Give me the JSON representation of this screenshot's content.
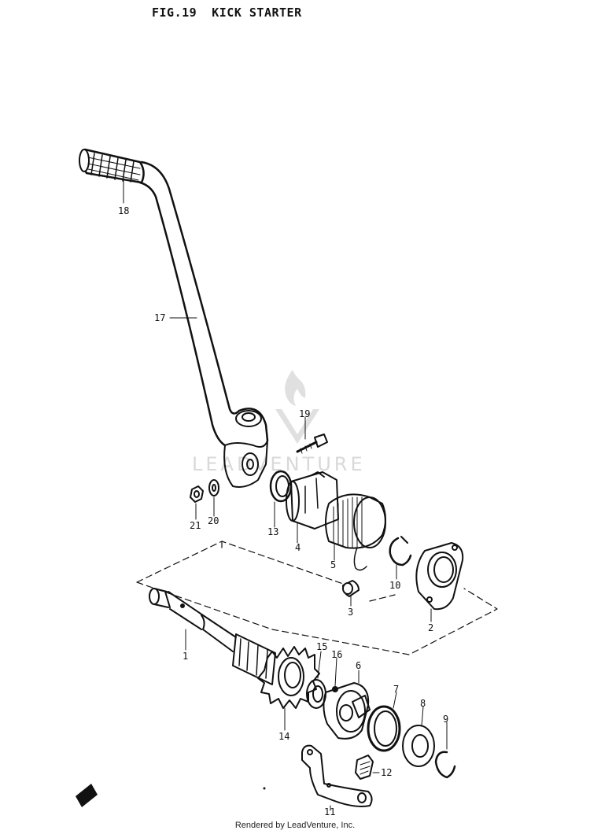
{
  "title": {
    "fig": "FIG.19",
    "name": "KICK STARTER"
  },
  "callouts": {
    "c1": "1",
    "c2": "2",
    "c3": "3",
    "c4": "4",
    "c5": "5",
    "c6": "6",
    "c7": "7",
    "c8": "8",
    "c9": "9",
    "c10": "10",
    "c11": "11",
    "c12": "12",
    "c13": "13",
    "c14": "14",
    "c15": "15",
    "c16": "16",
    "c17": "17",
    "c18": "18",
    "c19": "19",
    "c20": "20",
    "c21": "21"
  },
  "watermark": {
    "text": "LEADVENTURE"
  },
  "footer": {
    "credit": "Rendered by LeadVenture, Inc."
  },
  "colors": {
    "ink": "#111111",
    "watermark": "#d9d9d9",
    "background": "#ffffff"
  }
}
